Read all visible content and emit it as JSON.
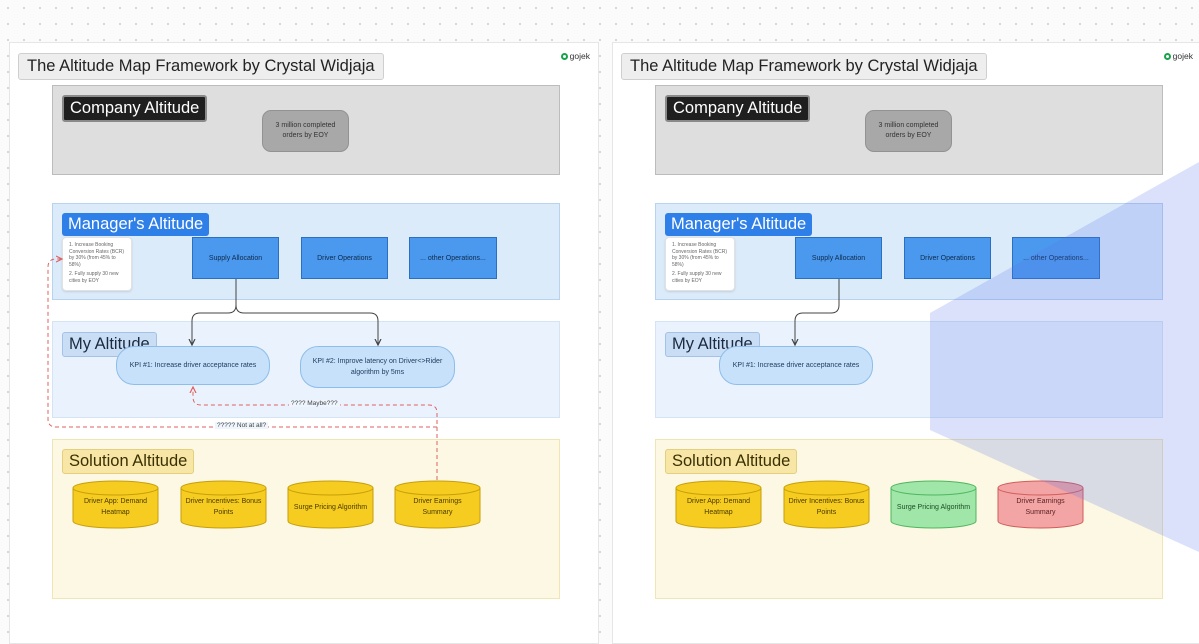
{
  "boards": [
    {
      "title": "The Altitude Map Framework by Crystal Widjaja",
      "logo": "gojek",
      "company": {
        "label": "Company Altitude",
        "goal": "3 million completed orders by EOY"
      },
      "manager": {
        "label": "Manager's Altitude",
        "notes": [
          "1. Increase Booking Conversion Rates (BCR) by 30% (from 45% to 58%)",
          "2. Fully supply 30 new cities by EOY"
        ],
        "operations": [
          "Supply Allocation",
          "Driver Operations",
          "... other Operations..."
        ]
      },
      "my": {
        "label": "My Altitude",
        "kpis": [
          "KPI #1: Increase driver acceptance rates",
          "KPI #2: Improve latency on Driver<>Rider algorithm by 5ms"
        ]
      },
      "solution": {
        "label": "Solution Altitude",
        "items": [
          {
            "text": "Driver App: Demand Heatmap",
            "color": "#f5cc1f"
          },
          {
            "text": "Driver Incentives: Bonus Points",
            "color": "#f5cc1f"
          },
          {
            "text": "Surge Pricing Algorithm",
            "color": "#f5cc1f"
          },
          {
            "text": "Driver Earnings Summary",
            "color": "#f5cc1f"
          }
        ]
      },
      "connectors": [
        "???? Maybe???",
        "????? Not at all?"
      ]
    },
    {
      "title": "The Altitude Map Framework by Crystal Widjaja",
      "logo": "gojek",
      "company": {
        "label": "Company Altitude",
        "goal": "3 million completed orders by EOY"
      },
      "manager": {
        "label": "Manager's Altitude",
        "notes": [
          "1. Increase Booking Conversion Rates (BCR) by 30% (from 45% to 58%)",
          "2. Fully supply 30 new cities by EOY"
        ],
        "operations": [
          "Supply Allocation",
          "Driver Operations",
          "... other Operations..."
        ]
      },
      "my": {
        "label": "My Altitude",
        "kpis": [
          "KPI #1: Increase driver acceptance rates"
        ]
      },
      "solution": {
        "label": "Solution Altitude",
        "items": [
          {
            "text": "Driver App: Demand Heatmap",
            "color": "#f5cc1f"
          },
          {
            "text": "Driver Incentives: Bonus Points",
            "color": "#f5cc1f"
          },
          {
            "text": "Surge Pricing Algorithm",
            "color": "#9fe6a8"
          },
          {
            "text": "Driver Earnings Summary",
            "color": "#f3a4a4"
          }
        ]
      },
      "connectors": []
    }
  ],
  "colors": {
    "overlay": "#5a78e6"
  }
}
